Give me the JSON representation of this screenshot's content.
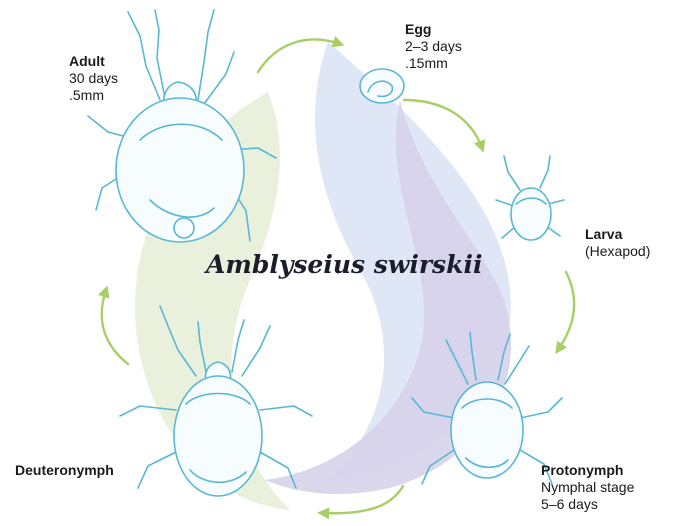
{
  "title": "Amblyseius swirskii",
  "stages": {
    "adult": {
      "name": "Adult",
      "duration": "30 days",
      "size": ".5mm"
    },
    "egg": {
      "name": "Egg",
      "duration": "2–3 days",
      "size": ".15mm"
    },
    "larva": {
      "name": "Larva",
      "detail": "(Hexapod)"
    },
    "protonymph": {
      "name": "Protonymph",
      "detail": "Nymphal stage",
      "duration": "5–6 days"
    },
    "deuteronymph": {
      "name": "Deuteronymph"
    }
  },
  "cycle_order": [
    "egg",
    "larva",
    "protonymph",
    "deuteronymph",
    "adult"
  ],
  "colors": {
    "mite_outline": "#59b7d4",
    "arrow": "#a7cf66",
    "leaf_green": "#e9f1dc",
    "leaf_blue": "#dfe7f6",
    "leaf_purple": "#d6d2ea"
  }
}
